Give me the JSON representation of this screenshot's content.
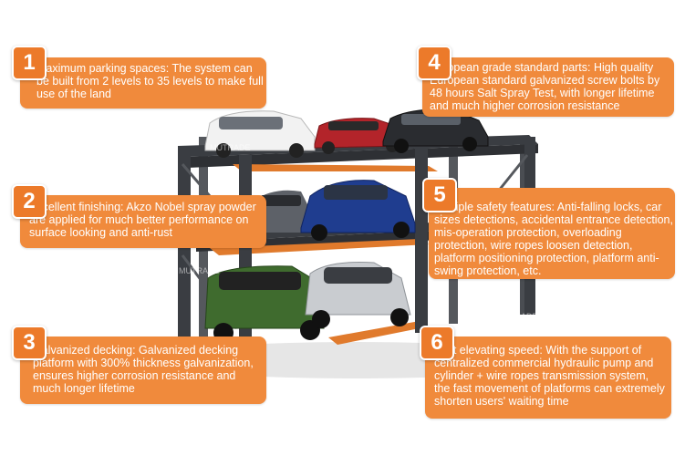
{
  "brand": {
    "watermark": "MUTRADE"
  },
  "features": [
    {
      "number": "1",
      "text": "Maximum parking spaces: The system can be built from 2 levels to 35 levels to make full use of the land"
    },
    {
      "number": "2",
      "text": "Excellent finishing: Akzo Nobel spray powder are applied for much better performance on surface looking and anti-rust"
    },
    {
      "number": "3",
      "text": "Galvanized decking: Galvanized decking platform with 300% thickness galvanization, ensures higher corrosion resistance and much longer lifetime"
    },
    {
      "number": "4",
      "text": "European grade standard parts: High quality European standard galvanized screw bolts by 48 hours Salt Spray Test, with longer lifetime and much higher corrosion resistance"
    },
    {
      "number": "5",
      "text": "Multiple safety features: Anti-falling locks, car sizes detections, accidental entrance detection, mis-operation protection, overloading protection, wire ropes loosen detection, platform positioning protection, platform anti-swing protection, etc."
    },
    {
      "number": "6",
      "text": "Fast elevating speed: With the support of centralized commercial  hydraulic pump and cylinder + wire ropes transmission system, the fast movement of platforms can extremely shorten users' waiting time"
    }
  ],
  "colors": {
    "accent": "#f08a3c",
    "frame": "#3a3d42",
    "platform": "#e07a2c"
  }
}
